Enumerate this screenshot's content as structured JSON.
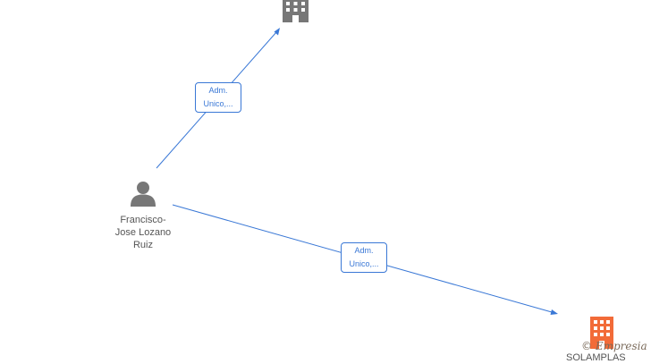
{
  "person": {
    "name_lines": [
      "Francisco-",
      "Jose Lozano",
      "Ruiz"
    ]
  },
  "company_bottom": {
    "name": "SOLAMPLAS"
  },
  "edges": [
    {
      "label_lines": [
        "Adm.",
        "Unico,..."
      ]
    },
    {
      "label_lines": [
        "Adm.",
        "Unico,..."
      ]
    }
  ],
  "watermark": {
    "symbol": "©",
    "text": "Empresia"
  },
  "colors": {
    "edge": "#3a78d6",
    "company_inactive": "#777777",
    "company_active": "#f26b38",
    "person": "#777777"
  },
  "icons": {
    "person": "person-icon",
    "company_top": "building-icon",
    "company_bottom": "building-icon"
  }
}
